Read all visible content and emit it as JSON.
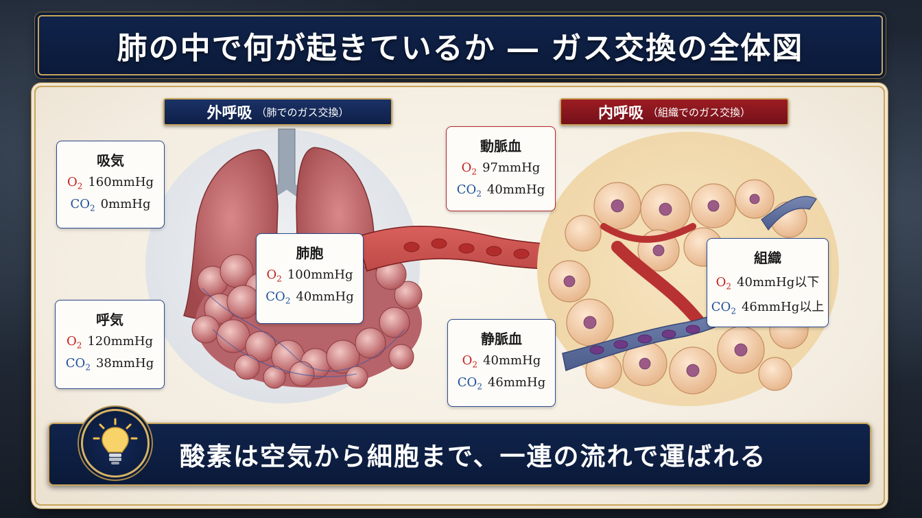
{
  "title": "肺の中で何が起きているか ― ガス交換の全体図",
  "external": {
    "label": "外呼吸",
    "sub": "（肺でのガス交換）"
  },
  "internal": {
    "label": "内呼吸",
    "sub": "（組織でのガス交換）"
  },
  "gas_symbols": {
    "o2": "O",
    "co2": "CO",
    "sub2": "2"
  },
  "cards": {
    "inhale": {
      "title": "吸気",
      "o2": "160mmHg",
      "co2": "0mmHg"
    },
    "exhale": {
      "title": "呼気",
      "o2": "120mmHg",
      "co2": "38mmHg"
    },
    "alveoli": {
      "title": "肺胞",
      "o2": "100mmHg",
      "co2": "40mmHg"
    },
    "arterial": {
      "title": "動脈血",
      "o2": "97mmHg",
      "co2": "40mmHg"
    },
    "venous": {
      "title": "静脈血",
      "o2": "40mmHg",
      "co2": "46mmHg"
    },
    "tissue": {
      "title": "組織",
      "o2": "40mmHg以下",
      "co2": "46mmHg以上"
    }
  },
  "bottom_message": "酸素は空気から細胞まで、一連の流れで運ばれる",
  "colors": {
    "navy": "#0e1f48",
    "gold": "#c9a55a",
    "red_tag": "#9c1d22",
    "o2": "#c42020",
    "co2": "#1f4f9c"
  },
  "icons": [
    "lightbulb-icon"
  ]
}
